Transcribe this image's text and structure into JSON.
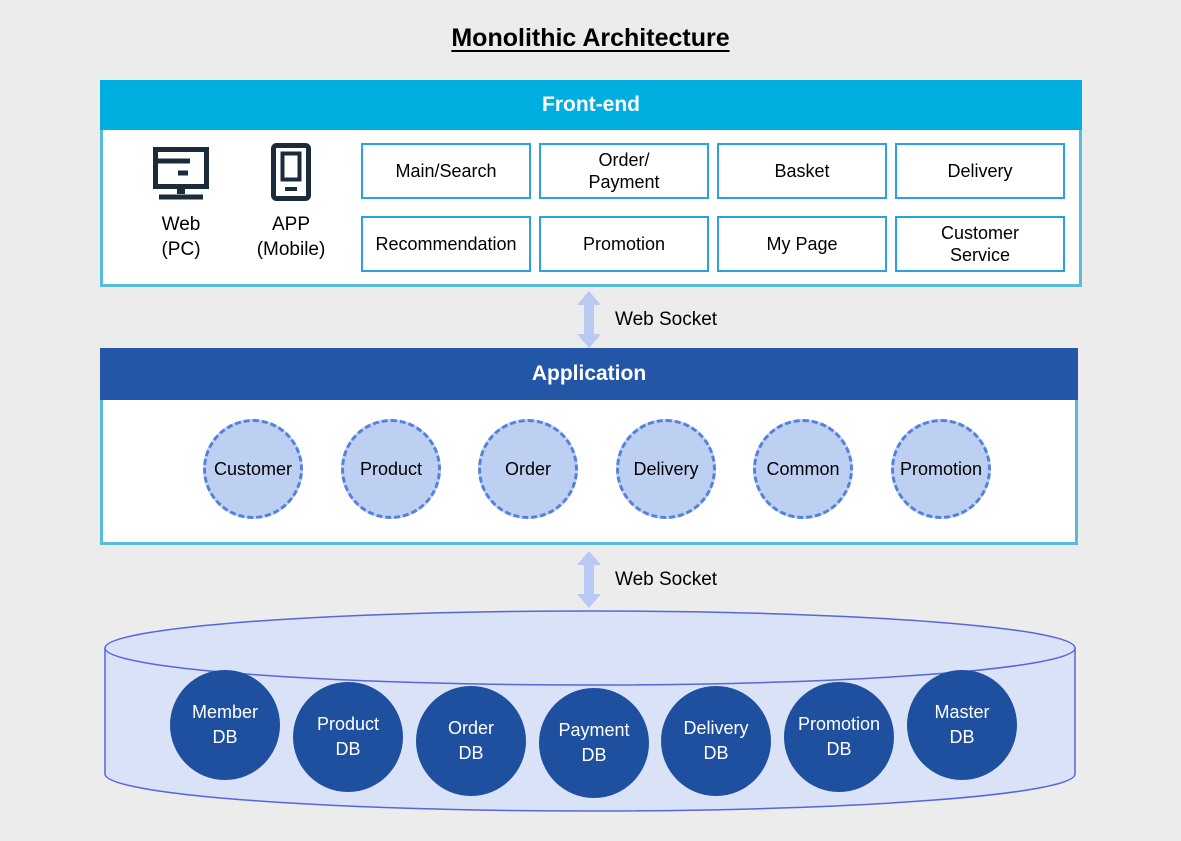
{
  "title": "Monolithic Architecture",
  "frontend": {
    "header": "Front-end",
    "clients": [
      {
        "icon": "desktop-icon",
        "label": "Web\n(PC)"
      },
      {
        "icon": "mobile-icon",
        "label": "APP\n(Mobile)"
      }
    ],
    "modules": {
      "row1": [
        "Main/Search",
        "Order/\nPayment",
        "Basket",
        "Delivery"
      ],
      "row2": [
        "Recommendation",
        "Promotion",
        "My Page",
        "Customer\nService"
      ]
    }
  },
  "connectors": {
    "top": "Web Socket",
    "bottom": "Web Socket"
  },
  "application": {
    "header": "Application",
    "services": [
      "Customer",
      "Product",
      "Order",
      "Delivery",
      "Common",
      "Promotion"
    ]
  },
  "database": {
    "stores": [
      "Member\nDB",
      "Product\nDB",
      "Order\nDB",
      "Payment\nDB",
      "Delivery\nDB",
      "Promotion\nDB",
      "Master\nDB"
    ]
  },
  "colors": {
    "frontend_header": "#00AEDF",
    "section_border": "#57BCD9",
    "module_border": "#2BA2E0",
    "application_header": "#2456A8",
    "service_fill": "#BDD0F2",
    "service_border": "#5581DB",
    "connector_arrow": "#B9C9F2",
    "cylinder_fill": "#D9E2F7",
    "cylinder_border": "#5566DF",
    "db_fill": "#1F4F9F",
    "icon_color": "#1C2B3A"
  }
}
